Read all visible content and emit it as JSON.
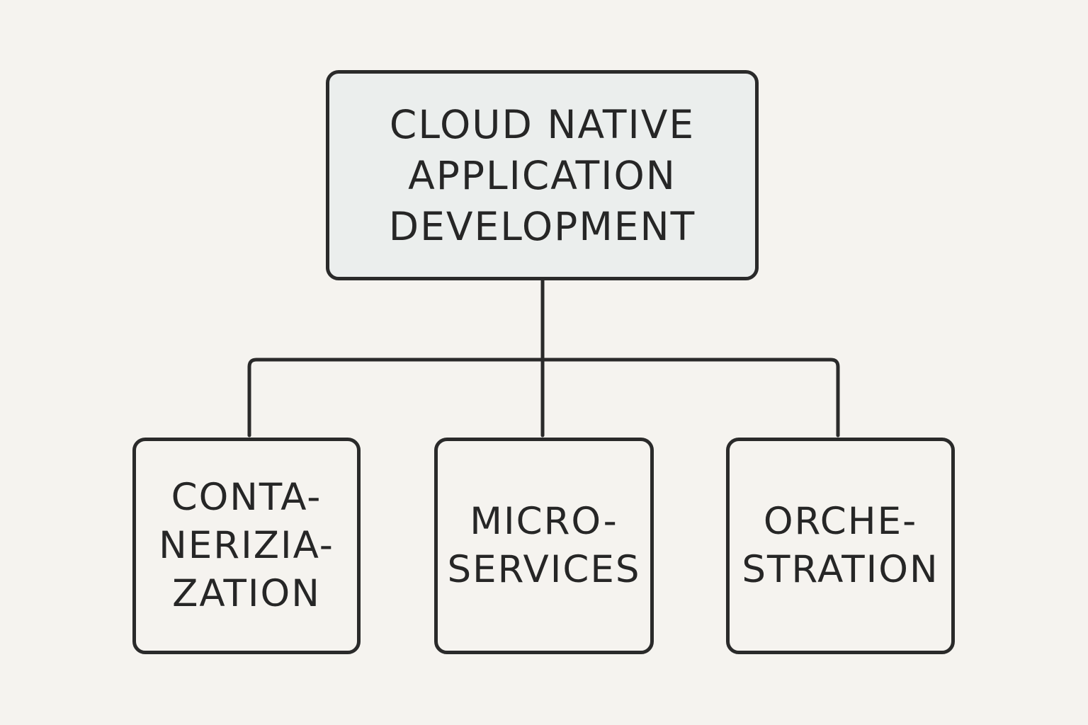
{
  "diagram": {
    "root": {
      "lines": [
        "CLOUD NATIVE",
        "APPLICATION",
        "DEVELOPMENT"
      ]
    },
    "children": [
      {
        "lines": [
          "CONTA-",
          "NERIZIA-",
          "ZATION"
        ]
      },
      {
        "lines": [
          "MICRO-",
          "SERVICES"
        ]
      },
      {
        "lines": [
          "ORCHE-",
          "STRATION"
        ]
      }
    ]
  },
  "colors": {
    "background": "#f5f3ef",
    "root_fill": "#ebeeed",
    "stroke": "#2a2a2a"
  }
}
